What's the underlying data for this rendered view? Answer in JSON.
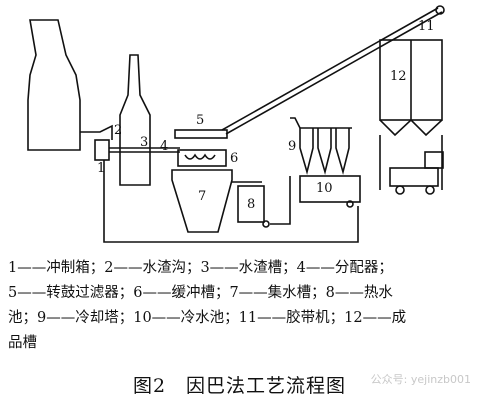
{
  "labels": {
    "n1": "1",
    "n2": "2",
    "n3": "3",
    "n4": "4",
    "n5": "5",
    "n6": "6",
    "n7": "7",
    "n8": "8",
    "n9": "9",
    "n10": "10",
    "n11": "11",
    "n12": "12"
  },
  "legend": {
    "line1": "1——冲制箱；2——水渣沟；3——水渣槽；4——分配器；",
    "line2": "5——转鼓过滤器；6——缓冲槽；7——集水槽；8——热水",
    "line3": "池；9——冷却塔；10——冷水池；11——胶带机；12——成",
    "line4": "品槽"
  },
  "caption": "图2　因巴法工艺流程图",
  "watermark": "公众号: yejinzb001"
}
